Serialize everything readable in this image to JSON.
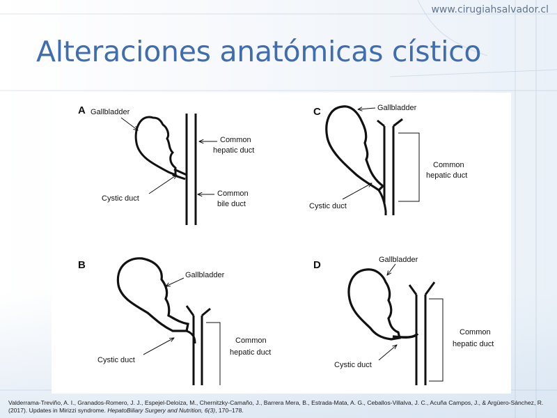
{
  "header": {
    "website": "www.cirugiahsalvador.cl",
    "title": "Alteraciones anatómicas cístico"
  },
  "figure": {
    "panels": [
      {
        "letter": "A",
        "labels": {
          "gallbladder": "Gallbladder",
          "common_hepatic_1": "Common",
          "common_hepatic_2": "hepatic duct",
          "cystic": "Cystic duct",
          "common_bile_1": "Common",
          "common_bile_2": "bile duct"
        }
      },
      {
        "letter": "B",
        "labels": {
          "gallbladder": "Gallbladder",
          "common_hepatic_1": "Common",
          "common_hepatic_2": "hepatic duct",
          "cystic": "Cystic duct"
        }
      },
      {
        "letter": "C",
        "labels": {
          "gallbladder": "Gallbladder",
          "common_hepatic_1": "Common",
          "common_hepatic_2": "hepatic duct",
          "cystic": "Cystic duct"
        }
      },
      {
        "letter": "D",
        "labels": {
          "gallbladder": "Gallbladder",
          "common_hepatic_1": "Common",
          "common_hepatic_2": "hepatic duct",
          "cystic": "Cystic duct"
        }
      }
    ]
  },
  "citation": {
    "authors": "Valderrama-Treviño, A. I., Granados-Romero, J. J., Espejel-Deloiza, M., Chernitzky-Camaño, J., Barrera Mera, B., Estrada-Mata, A. G., Ceballos-Villalva, J. C., Acuña Campos, J., & Argüero-Sánchez, R. (2017). Updates in Mirizzi syndrome.",
    "journal": "HepatoBiliary Surgery and Nutrition,",
    "volume": "6(3)",
    "pages": ", 170–178."
  }
}
